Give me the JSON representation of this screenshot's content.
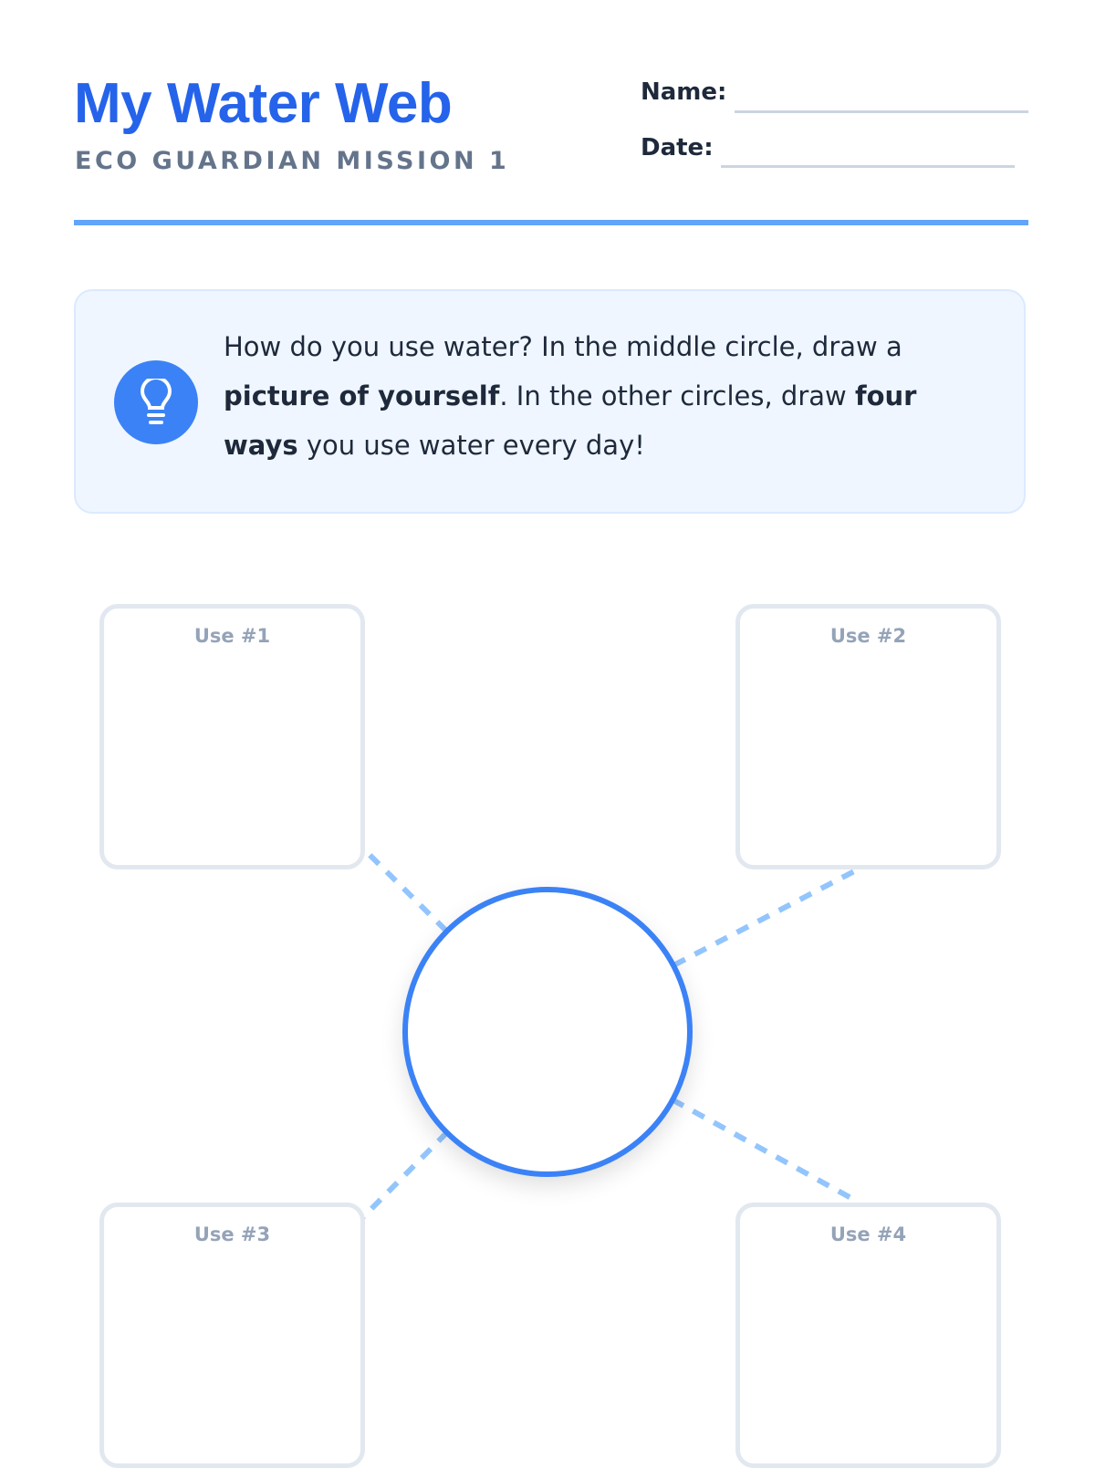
{
  "header": {
    "title": "My Water Web",
    "subtitle": "ECO GUARDIAN MISSION 1",
    "name_label": "Name:",
    "date_label": "Date:"
  },
  "instructions": {
    "icon": "lightbulb-icon",
    "part1": "How do you use water? In the middle circle, draw a ",
    "bold1": "picture of yourself",
    "part2": ". In the other circles, draw ",
    "bold2": "four ways",
    "part3": " you use water every day!"
  },
  "web": {
    "uses": [
      "Use #1",
      "Use #2",
      "Use #3",
      "Use #4"
    ]
  },
  "colors": {
    "accent": "#2563eb",
    "circle": "#3b82f6",
    "dash": "#93c5fd"
  }
}
